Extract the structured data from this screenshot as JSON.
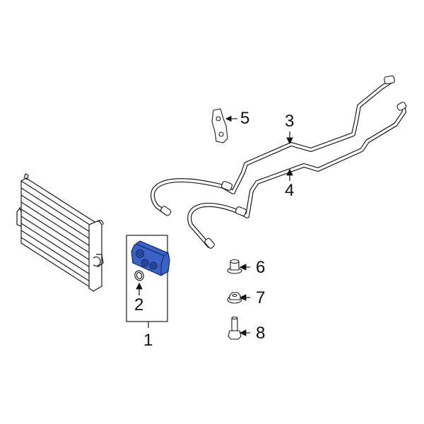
{
  "diagram": {
    "type": "automotive-parts-exploded-view",
    "highlight_color": "#3a63c8",
    "line_color": "#1a1a1a",
    "background": "#ffffff",
    "components": [
      {
        "id": "radiator",
        "label": "",
        "name": "radiator"
      },
      {
        "id": "oil-cooler",
        "label": "1",
        "name": "oil cooler assembly",
        "highlighted": true
      },
      {
        "id": "seal",
        "label": "2",
        "name": "seal ring"
      },
      {
        "id": "line-3",
        "label": "3",
        "name": "upper cooler line"
      },
      {
        "id": "line-4",
        "label": "4",
        "name": "lower cooler line"
      },
      {
        "id": "bracket",
        "label": "5",
        "name": "bracket"
      },
      {
        "id": "bushing",
        "label": "6",
        "name": "bushing"
      },
      {
        "id": "nut",
        "label": "7",
        "name": "nut"
      },
      {
        "id": "bolt",
        "label": "8",
        "name": "bolt"
      }
    ]
  },
  "callouts": {
    "c1": "1",
    "c2": "2",
    "c3": "3",
    "c4": "4",
    "c5": "5",
    "c6": "6",
    "c7": "7",
    "c8": "8"
  }
}
